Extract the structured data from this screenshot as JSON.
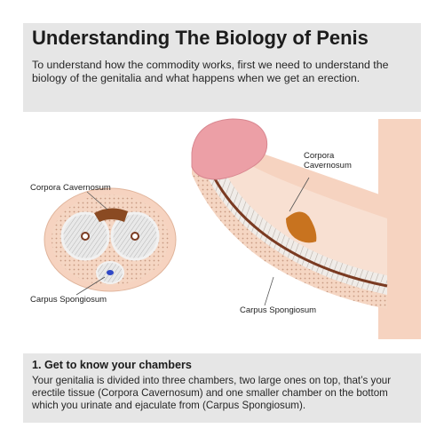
{
  "header": {
    "title": "Understanding The Biology of Penis",
    "subtitle": "To understand how the commodity works, first we need to understand the biology of the genitalia and what happens when we get an erection."
  },
  "diagram": {
    "labels": {
      "cross_corpora": "Corpora Cavernosum",
      "cross_spongiosum": "Carpus Spongiosum",
      "side_corpora": "Corpora\nCavernosum",
      "side_spongiosum": "Carpus Spongiosum"
    },
    "colors": {
      "skin": "#f6d3c0",
      "glans": "#ec9fa6",
      "tissue": "#e3e3e3",
      "tissue_line": "#bdbdbd",
      "duct": "#7a3a21",
      "blood": "#c8731f",
      "urethra": "#2f47c6"
    }
  },
  "footer": {
    "title": "1. Get to know your chambers",
    "body": "Your genitalia is divided into three chambers, two large ones on top, that’s your erectile tissue (Corpora Cavernosum) and one smaller chamber on the bottom which you urinate and ejaculate from (Carpus Spongiosum)."
  }
}
